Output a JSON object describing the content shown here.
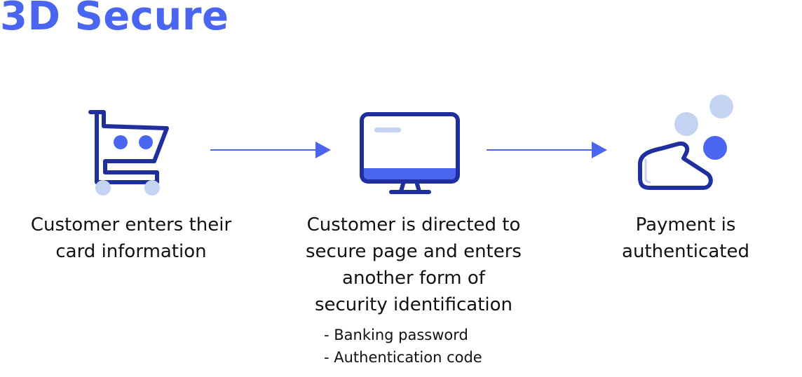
{
  "title": "3D Secure",
  "colors": {
    "accent": "#4a66f0",
    "dark_blue": "#1f2f9e",
    "light_blue": "#c5d3f2"
  },
  "steps": [
    {
      "icon": "shopping-cart-icon",
      "lines": [
        "Customer enters their",
        "card information"
      ]
    },
    {
      "icon": "computer-monitor-icon",
      "lines": [
        "Customer is directed to",
        "secure page and enters",
        "another form of",
        "security identification"
      ],
      "bullets": [
        "- Banking password",
        "- Authentication code"
      ]
    },
    {
      "icon": "hand-with-coins-icon",
      "lines": [
        "Payment is",
        "authenticated"
      ]
    }
  ]
}
